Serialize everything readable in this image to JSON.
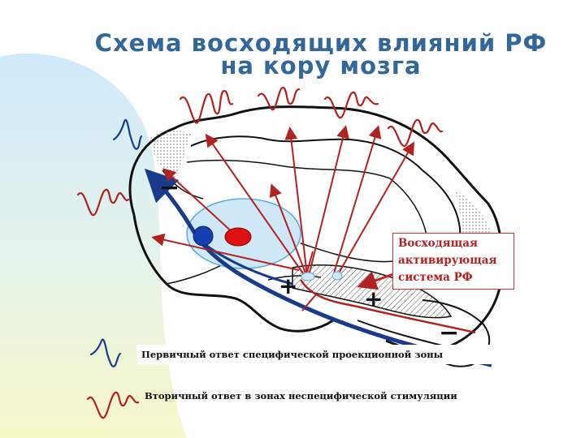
{
  "title": {
    "line1": "Схема восходящих влияний РФ",
    "line2": "на кору мозга"
  },
  "callout": {
    "line1": "Восходящая",
    "line2": "активирующая",
    "line3": "система РФ"
  },
  "signs": {
    "plus": "+",
    "minus": "−"
  },
  "legend": {
    "primary": "Первичный ответ специфической проекционной зоны",
    "secondary": "Вторичный ответ в зонах неспецифической стимуляции"
  },
  "colors": {
    "title": "#336699",
    "red_path": "#b22222",
    "blue_path": "#1a3a8c",
    "thalamus_fill": "#cfe8f7",
    "red_nucleus": "#dd1111",
    "blue_nucleus": "#1540b0"
  }
}
